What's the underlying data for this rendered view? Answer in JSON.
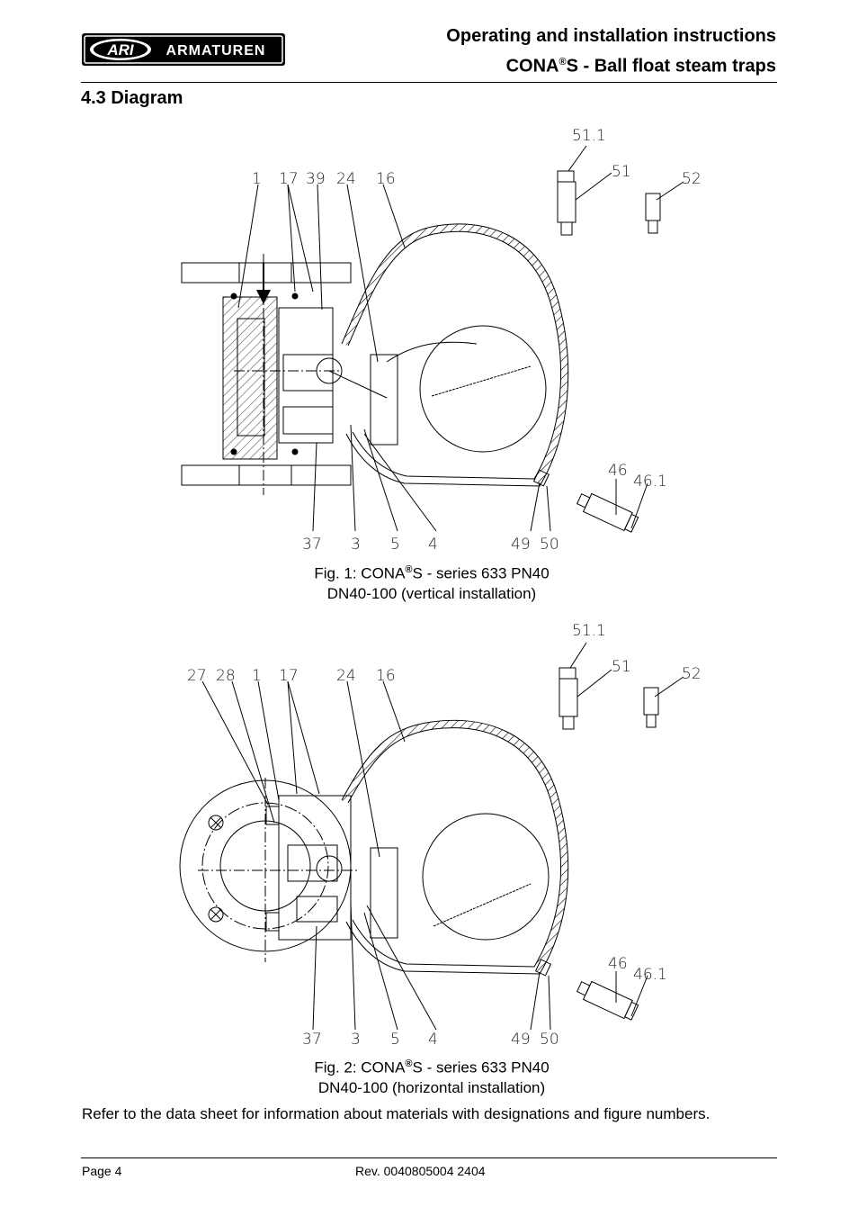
{
  "header": {
    "logo_text": "ARI ARMATUREN",
    "title_line1": "Operating and installation instructions",
    "title_line2_prefix": "CONA",
    "title_line2_reg": "®",
    "title_line2_suffix": "S - Ball float steam traps"
  },
  "section": {
    "heading": "4.3  Diagram"
  },
  "figures": [
    {
      "labels_top": [
        "1",
        "17",
        "39",
        "24",
        "16"
      ],
      "labels_bottom": [
        "37",
        "3",
        "5",
        "4",
        "49",
        "50"
      ],
      "labels_accessory": [
        "51.1",
        "51",
        "52",
        "46",
        "46.1"
      ],
      "caption_prefix": "Fig. 1: CONA",
      "caption_reg": "®",
      "caption_suffix": "S - series 633 PN40",
      "caption_line2": "DN40-100 (vertical installation)"
    },
    {
      "labels_top": [
        "27",
        "28",
        "1",
        "17",
        "24",
        "16"
      ],
      "labels_bottom": [
        "37",
        "3",
        "5",
        "4",
        "49",
        "50"
      ],
      "labels_accessory": [
        "51.1",
        "51",
        "52",
        "46",
        "46.1"
      ],
      "caption_prefix": "Fig. 2: CONA",
      "caption_reg": "®",
      "caption_suffix": "S - series 633 PN40",
      "caption_line2": "DN40-100 (horizontal installation)"
    }
  ],
  "body_text": "Refer to the data sheet for information about materials with designations and figure numbers.",
  "footer": {
    "page": "Page 4",
    "revision": "Rev. 0040805004 2404"
  }
}
